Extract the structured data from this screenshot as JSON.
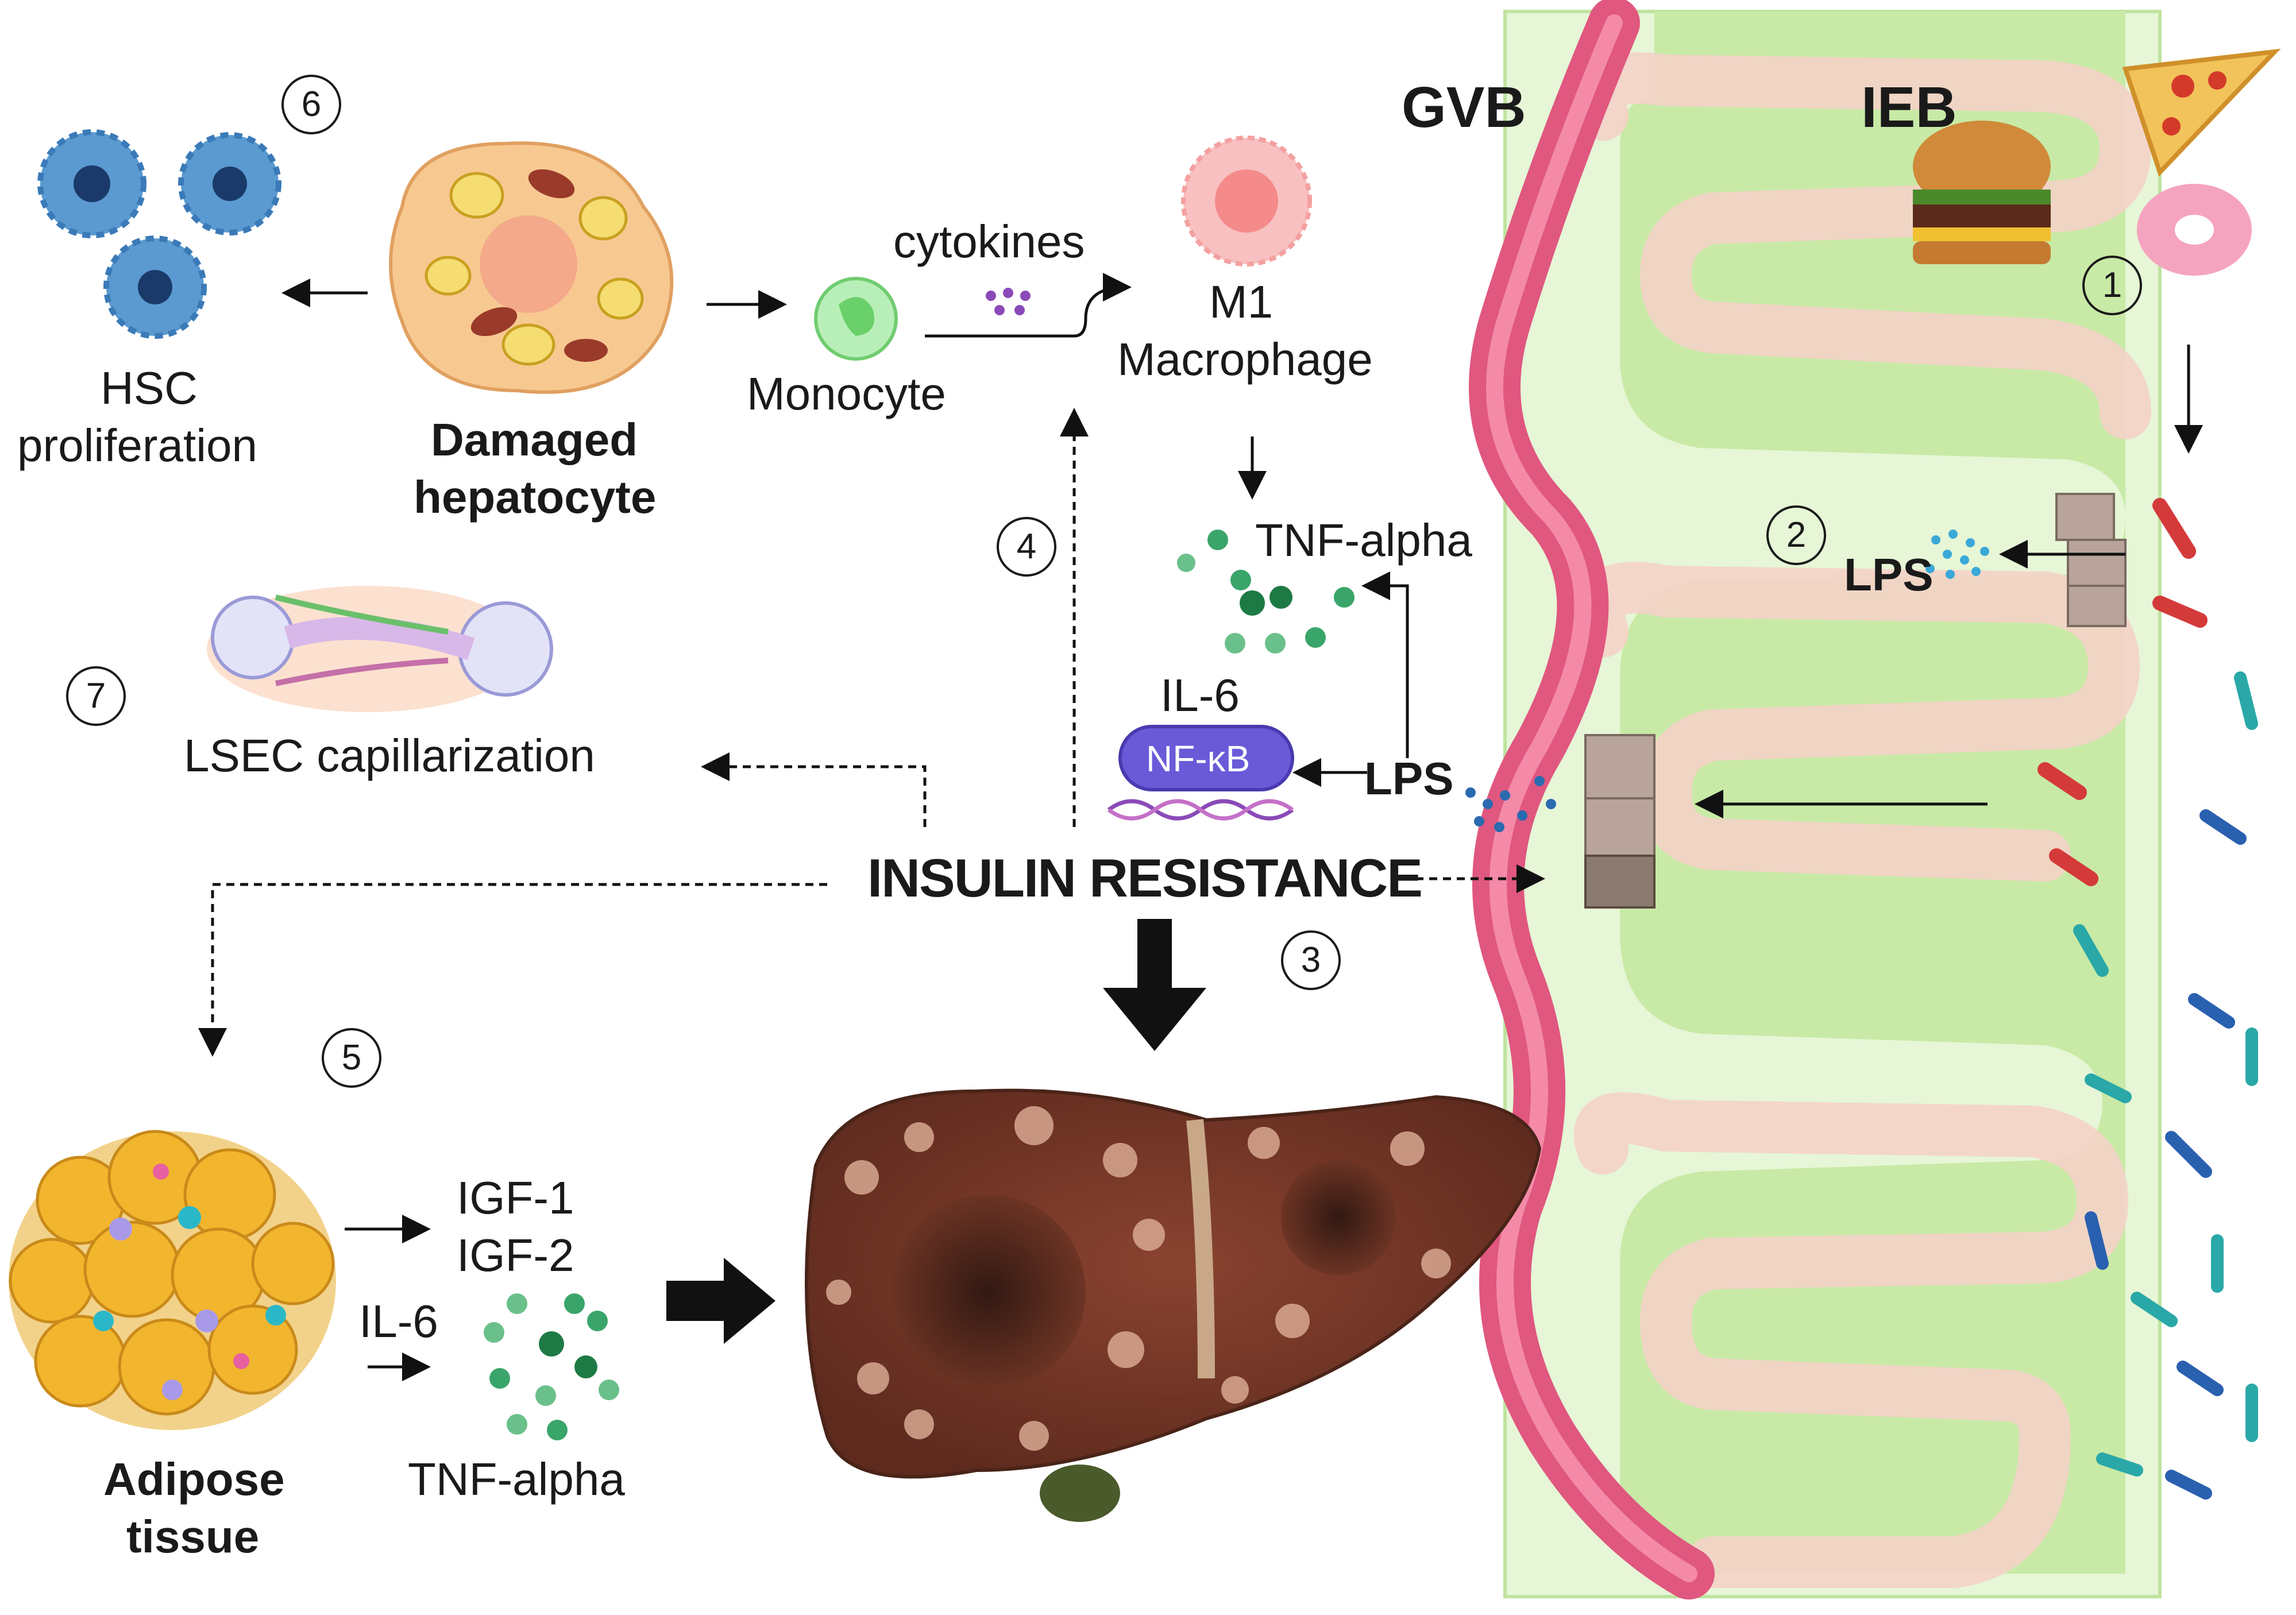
{
  "labels": {
    "gvb": "GVB",
    "ieb": "IEB",
    "hsc_line1": "HSC",
    "hsc_line2": "proliferation",
    "damaged_line1": "Damaged",
    "damaged_line2": "hepatocyte",
    "cytokines": "cytokines",
    "monocyte": "Monocyte",
    "m1_line1": "M1",
    "m1_line2": "Macrophage",
    "tnf_top": "TNF-alpha",
    "il6_top": "IL-6",
    "nfkb": "NF-κB",
    "lps_center": "LPS",
    "lps_right": "LPS",
    "lsec": "LSEC capillarization",
    "insulin_resistance": "INSULIN RESISTANCE",
    "igf1": "IGF-1",
    "igf2": "IGF-2",
    "il6_bottom": "IL-6",
    "tnf_bottom": "TNF-alpha",
    "adipose_line1": "Adipose",
    "adipose_line2": "tissue"
  },
  "steps": [
    "1",
    "2",
    "3",
    "4",
    "5",
    "6",
    "7"
  ],
  "colors": {
    "vessel": "#e0577f",
    "intestine_wall": "#c8eaa6",
    "epithelium": "#f4d3c8",
    "liver": "#7a3a2a",
    "adipose": "#f2b52e",
    "tnf_dots": "#3aa56a",
    "nfkb": "#6a5ad8",
    "lps_dots": "#3a8fd0",
    "macrophage": "#f6a5a5",
    "monocyte": "#8fe08f",
    "hsc": "#3a7ab8"
  },
  "icons": [
    "hsc-cell-icon",
    "damaged-hepatocyte-icon",
    "monocyte-icon",
    "macrophage-icon",
    "liver-icon",
    "adipose-tissue-icon",
    "lsec-icon",
    "burger-icon",
    "pizza-icon",
    "donut-icon",
    "bacteria-icon",
    "dna-icon"
  ]
}
